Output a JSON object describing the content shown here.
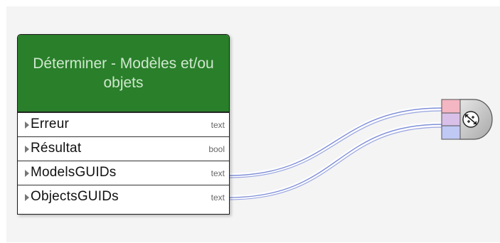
{
  "node": {
    "title": "Déterminer - Modèles et/ou objets",
    "ports": [
      {
        "name": "Erreur",
        "type": "text"
      },
      {
        "name": "Résultat",
        "type": "bool"
      },
      {
        "name": "ModelsGUIDs",
        "type": "text"
      },
      {
        "name": "ObjectsGUIDs",
        "type": "text"
      }
    ]
  },
  "colors": {
    "node_header": "#2a7f2a",
    "node_title_text": "#cfe8cf",
    "wire": "#7f8fd8",
    "target_pink": "#f4b6c2",
    "target_purple": "#d8c0e8",
    "target_blue": "#c0c8f4"
  },
  "icons": {
    "target_symbol": "move-arrows-icon"
  }
}
